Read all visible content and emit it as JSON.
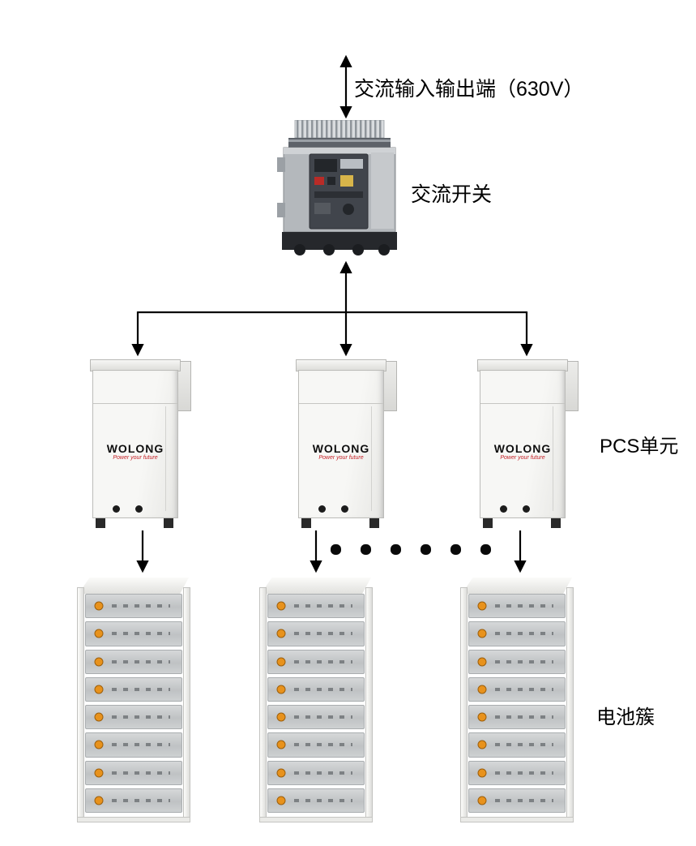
{
  "diagram": {
    "labels": {
      "ac_io": "交流输入输出端（630V）",
      "ac_switch": "交流开关",
      "pcs_unit": "PCS单元",
      "battery_cluster": "电池簇"
    },
    "pcs": {
      "logo": "WOLONG",
      "tagline": "Power your future"
    },
    "colors": {
      "line": "#000000",
      "brand_red": "#c42127",
      "battery_connector_orange": "#e8921c"
    },
    "counts": {
      "pcs_units_shown": 3,
      "battery_racks_shown": 3,
      "modules_per_rack": 8,
      "ellipsis_dots": 6
    }
  }
}
